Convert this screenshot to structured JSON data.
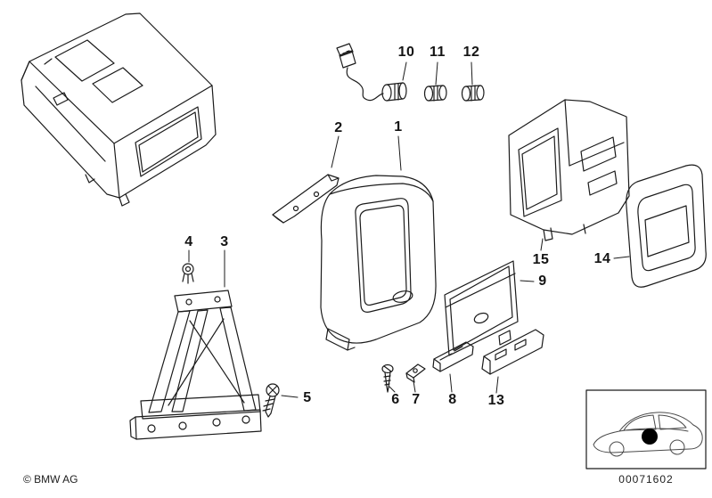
{
  "diagram": {
    "copyright": "© BMW AG",
    "part_number": "00071602"
  },
  "callouts": {
    "c1": {
      "label": "1"
    },
    "c2": {
      "label": "2"
    },
    "c3": {
      "label": "3"
    },
    "c4": {
      "label": "4"
    },
    "c5": {
      "label": "5"
    },
    "c6": {
      "label": "6"
    },
    "c7": {
      "label": "7"
    },
    "c8": {
      "label": "8"
    },
    "c9": {
      "label": "9"
    },
    "c10": {
      "label": "10"
    },
    "c11": {
      "label": "11"
    },
    "c12": {
      "label": "12"
    },
    "c13": {
      "label": "13"
    },
    "c14": {
      "label": "14"
    },
    "c15": {
      "label": "15"
    }
  }
}
